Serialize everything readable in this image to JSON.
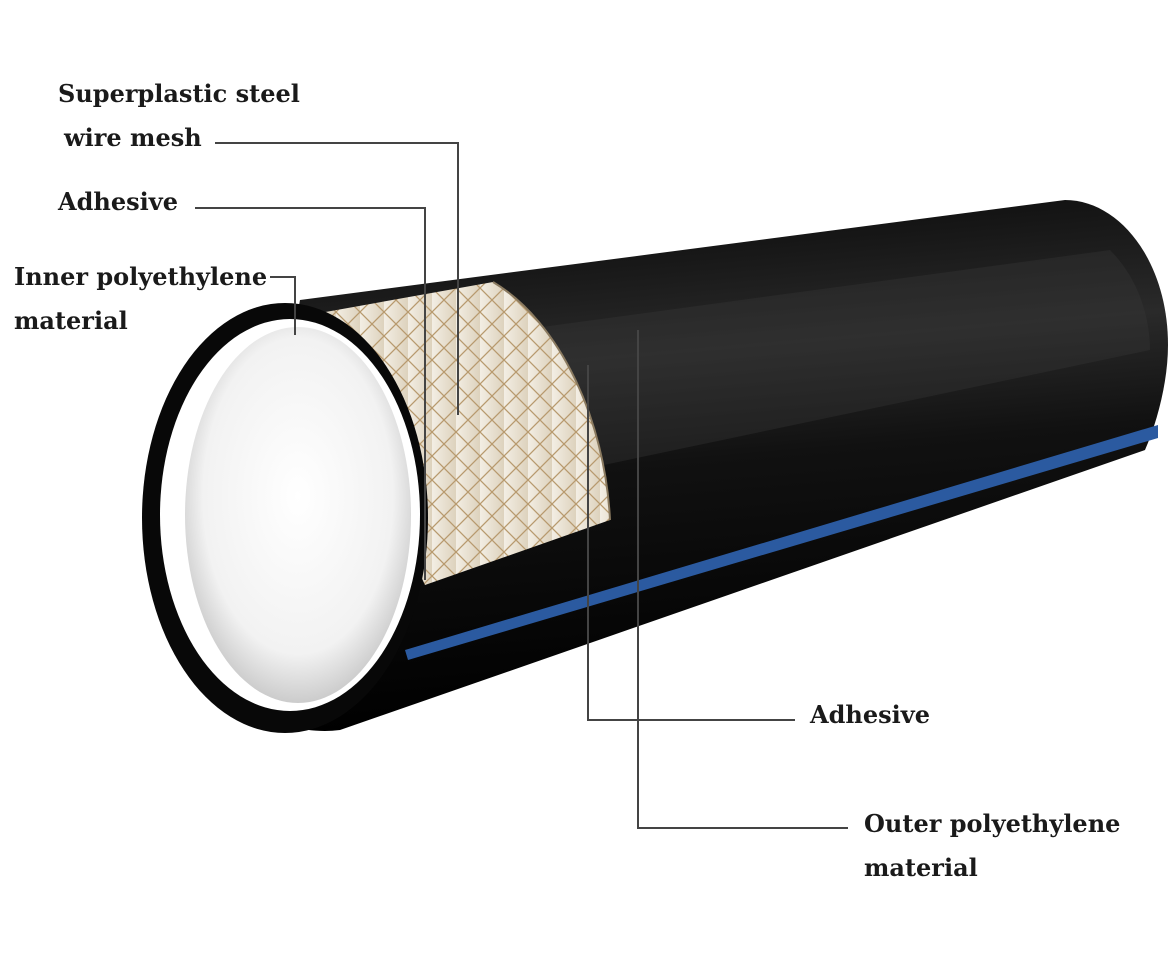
{
  "labels": {
    "wire_mesh_line1": "Superplastic steel",
    "wire_mesh_line2": "wire mesh",
    "adhesive_top": "Adhesive",
    "inner_pe_line1": "Inner polyethylene",
    "inner_pe_line2": "material",
    "adhesive_bottom": "Adhesive",
    "outer_pe_line1": "Outer polyethylene",
    "outer_pe_line2": "material"
  },
  "colors": {
    "pipe_body": "#0b0b0b",
    "stripe": "#2b5aa0",
    "mesh_base": "#e7ddcc",
    "mesh_line": "#b89a6e",
    "inner_wall": "#ffffff",
    "leader_line": "#444444",
    "label_text": "#1a1a1a"
  }
}
